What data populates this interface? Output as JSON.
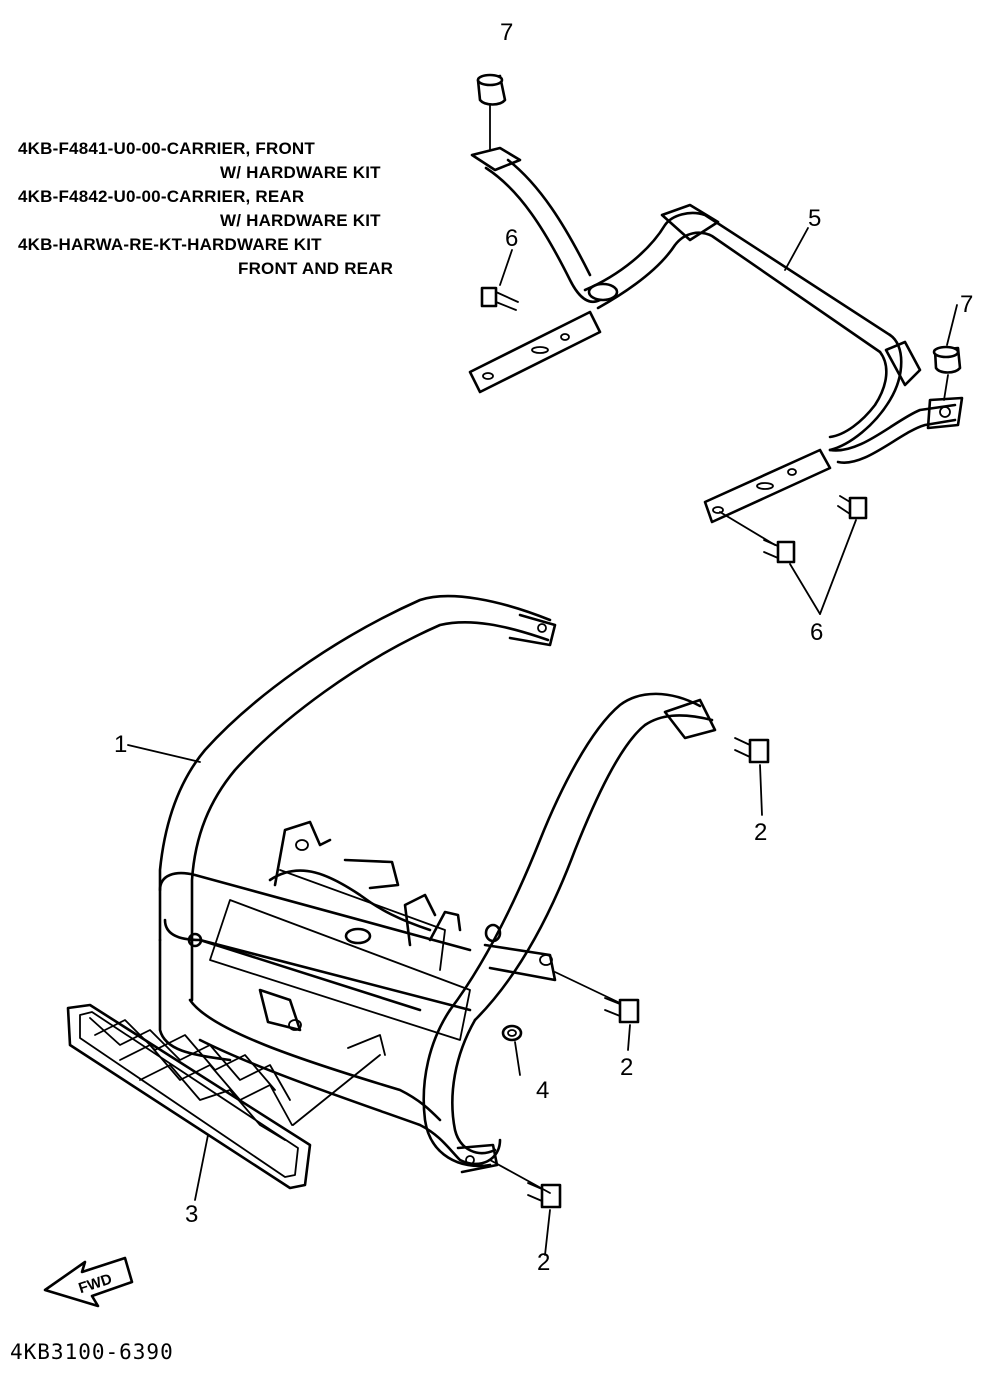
{
  "parts_notes": [
    {
      "line1": "4KB-F4841-U0-00-CARRIER, FRONT",
      "line2": "W/ HARDWARE KIT"
    },
    {
      "line1": "4KB-F4842-U0-00-CARRIER, REAR",
      "line2": "W/ HARDWARE KIT"
    },
    {
      "line1": "4KB-HARWA-RE-KT-HARDWARE KIT",
      "line2": "FRONT AND REAR"
    }
  ],
  "callouts": {
    "c1": "1",
    "c2a": "2",
    "c2b": "2",
    "c2c": "2",
    "c3": "3",
    "c4": "4",
    "c5": "5",
    "c6a": "6",
    "c6b": "6",
    "c7a": "7",
    "c7b": "7"
  },
  "fwd_label": "FWD",
  "drawing_code": "4KB3100-6390"
}
